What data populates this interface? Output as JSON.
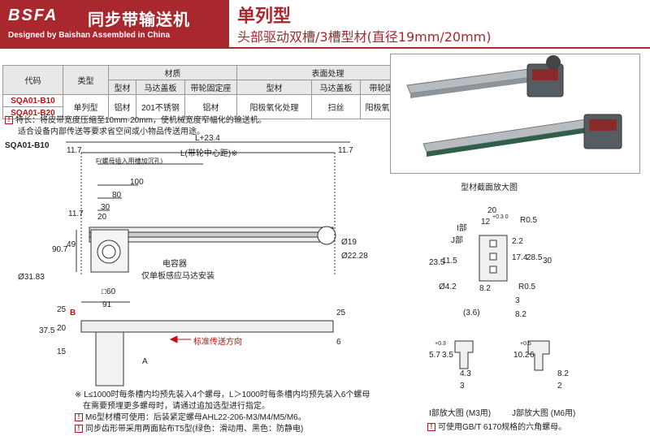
{
  "header": {
    "logo": "BSFA",
    "brand_cn": "同步带输送机",
    "brand_en": "Designed by Baishan Assembled in China",
    "title": "单列型",
    "subtitle": "头部驱动双槽/3槽型材(直径19mm/20mm)"
  },
  "spec_table": {
    "h_code": "代码",
    "h_type": "类型",
    "h_material": "材质",
    "h_surface": "表面处理",
    "sub_profile": "型材",
    "sub_motor_cover": "马达盖板",
    "sub_pulley_seat": "带轮固定座",
    "codes": [
      "SQA01-B10",
      "SQA01-B20"
    ],
    "type": "单列型",
    "mat_profile": "铝材",
    "mat_motor_cover": "201不锈钢",
    "mat_pulley_seat": "铝材",
    "sur_profile": "阳极氧化处理",
    "sur_motor_cover": "扫丝",
    "sur_pulley_seat": "阳极氧化处理"
  },
  "feature": {
    "line1": "特长：将皮带宽度压缩至10mm·20mm，使机械宽度窄幅化的输送机。",
    "line2": "适合设备内部传送等要求省空间或小物品传送用途。"
  },
  "drawing": {
    "model": "SQA01-B10",
    "L_plus": "L+23.4",
    "L_label": "L(带轮中心距)※",
    "d11_7": "11.7",
    "F_label": "F(螺母插入用槽加沉孔)",
    "d100": "100",
    "d80": "80",
    "d30": "30",
    "d20": "20",
    "d11_7v": "11.7",
    "d90_7": "90.7",
    "d49": "49",
    "d19": "Ø19",
    "d22_28": "Ø22.28",
    "d31_83": "Ø31.83",
    "d60": "□60",
    "d91": "91",
    "capacitor": "电容器",
    "capacitor_note": "仅单板感应马达安装",
    "d25": "25",
    "d37_5": "37.5",
    "d20b": "20",
    "d15": "15",
    "B": "B",
    "A": "A",
    "direction": "标准传送方向",
    "d25r": "25",
    "d6": "6"
  },
  "section": {
    "title": "型材截面放大图",
    "d20": "20",
    "d12": "12",
    "tol03": "+0.3 0",
    "R05a": "R0.5",
    "I": "I部",
    "J": "J部",
    "d2_2": "2.2",
    "d23_5": "23.5",
    "d11_5": "11.5",
    "d17_4": "17.4",
    "d28_5": "28.5",
    "d30": "30",
    "d4_2": "Ø4.2",
    "d8_2a": "8.2",
    "R05b": "R0.5",
    "d3": "3",
    "d3_6": "(3.6)",
    "d8_2b": "8.2"
  },
  "detail": {
    "I_d5_7": "5.7",
    "I_d3_5": "3.5",
    "I_d4_3": "4.3",
    "I_d3": "3",
    "I_title": "I部放大图 (M3用)",
    "J_d10_2": "10.2",
    "J_d6": "6",
    "J_d8_2": "8.2",
    "J_d2": "2",
    "J_title": "J部放大图 (M6用)",
    "tol_a": "+0.3",
    "tol_b": "+0.5"
  },
  "notes": {
    "n1": "※ L≤1000时每条槽内均预先装入4个螺母，L＞1000时每条槽内均预先装入6个螺母",
    "n1b": "在需要预埋更多螺母时，请通过追加选型进行指定。",
    "n2": "M6型材槽可使用：后装紧定螺母AHL22-206-M3/M4/M5/M6。",
    "n3": "同步齿形带采用两面贴布T5型(绿色：滑动用、黑色：防静电)",
    "n4": "可使用GB/T 6170规格的六角螺母。"
  }
}
